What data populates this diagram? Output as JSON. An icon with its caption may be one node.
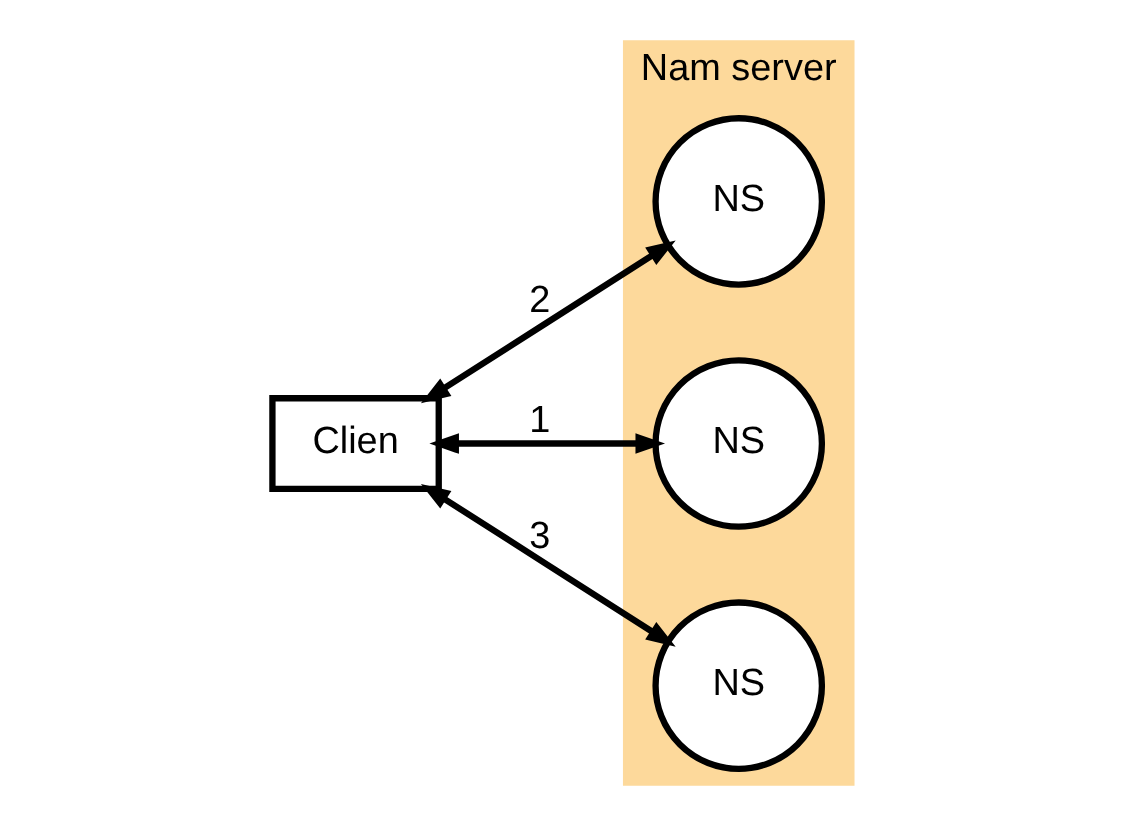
{
  "diagram": {
    "nodes": [
      {
        "text": [
          "Clien"
        ]
      },
      {
        "text": [
          "Nam server"
        ]
      },
      {
        "text": [
          "NS"
        ],
        "in": 1
      },
      {
        "text": [
          "NS"
        ],
        "in": 1
      },
      {
        "text": [
          "NS"
        ],
        "in": 1
      }
    ],
    "edges": [
      {
        "from": 0,
        "to": 2,
        "arrow": "both",
        "label": "2"
      },
      {
        "from": 0,
        "to": 3,
        "arrow": "both",
        "label": "1"
      },
      {
        "from": 0,
        "to": 4,
        "arrow": "both",
        "label": "3"
      }
    ]
  }
}
